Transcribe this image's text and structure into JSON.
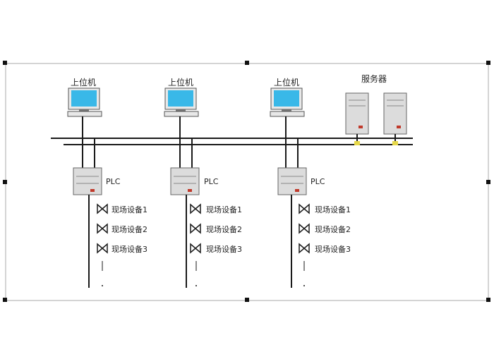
{
  "diagram": {
    "workstation_label": "上位机",
    "server_label": "服务器",
    "plc_label": "PLC",
    "devices": [
      [
        "现场设备1",
        "现场设备2",
        "现场设备3"
      ],
      [
        "现场设备1",
        "现场设备2",
        "现场设备3"
      ],
      [
        "现场设备1",
        "现场设备2",
        "现场设备3"
      ]
    ]
  },
  "colors": {
    "line": "#1a1a1a",
    "monitor_screen": "#39b8e8",
    "monitor_body": "#e8e8e8",
    "tower_body": "#dcdcdc",
    "led": "#c0392b",
    "connector": "#e6d84a"
  },
  "icons": {
    "workstation": "desktop-computer-icon",
    "server": "server-tower-icon",
    "plc": "plc-cabinet-icon",
    "device": "valve-icon"
  }
}
